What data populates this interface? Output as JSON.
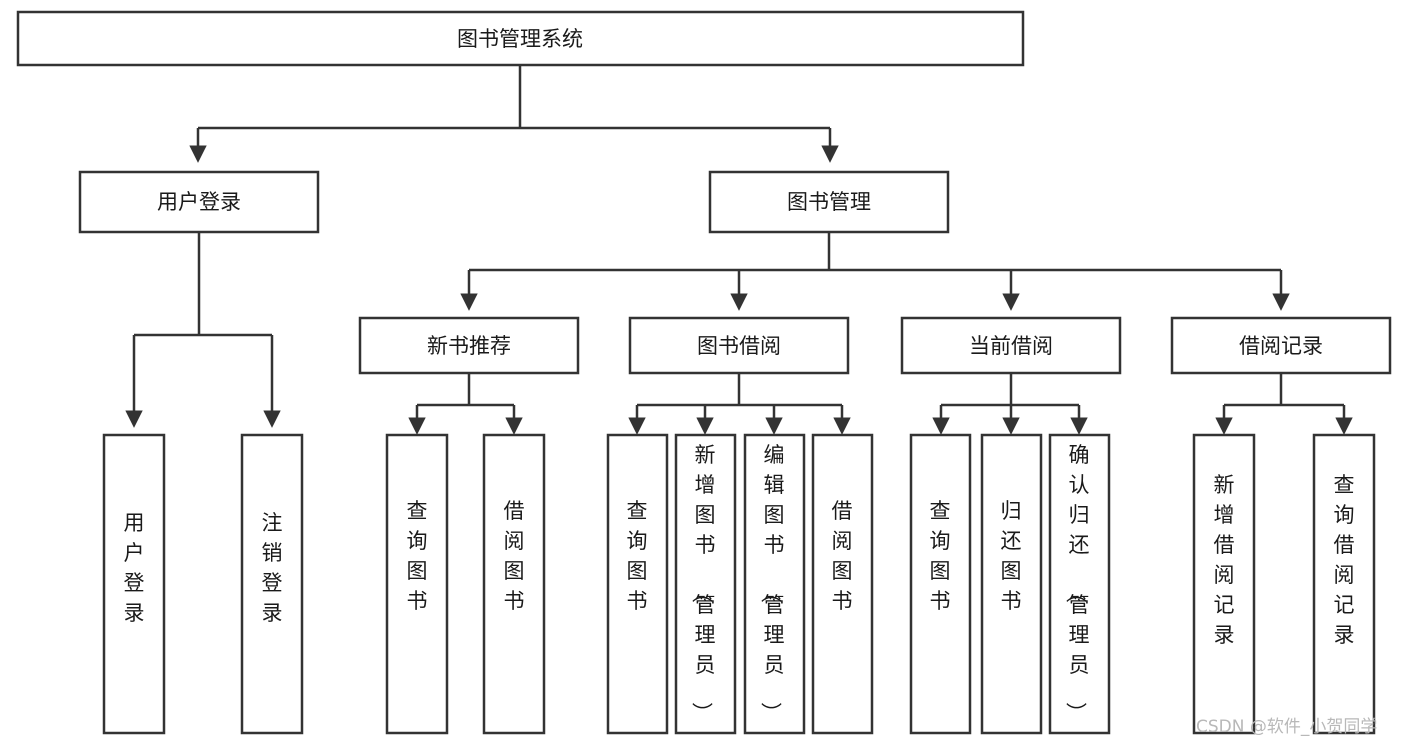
{
  "diagram": {
    "title_node": {
      "label": "图书管理系统"
    },
    "level1": [
      {
        "label": "用户登录"
      },
      {
        "label": "图书管理"
      }
    ],
    "level2": [
      {
        "label": "新书推荐"
      },
      {
        "label": "图书借阅"
      },
      {
        "label": "当前借阅"
      },
      {
        "label": "借阅记录"
      }
    ],
    "leaves": {
      "user_login": [
        {
          "label": "用户登录"
        },
        {
          "label": "注销登录"
        }
      ],
      "new_book": [
        {
          "label": "查询图书"
        },
        {
          "label": "借阅图书"
        }
      ],
      "book_borrow": [
        {
          "label": "查询图书"
        },
        {
          "label": "新增图书（管理员）"
        },
        {
          "label": "编辑图书（管理员）"
        },
        {
          "label": "借阅图书"
        }
      ],
      "current_borrow": [
        {
          "label": "查询图书"
        },
        {
          "label": "归还图书"
        },
        {
          "label": "确认归还（管理员）"
        }
      ],
      "borrow_record": [
        {
          "label": "新增借阅记录"
        },
        {
          "label": "查询借阅记录"
        }
      ]
    }
  },
  "watermark": {
    "text": "CSDN @软件_小贺同学"
  },
  "colors": {
    "stroke": "#333333",
    "fill": "#ffffff",
    "text": "#1a1a1a",
    "watermark": "#b8b8b8"
  }
}
